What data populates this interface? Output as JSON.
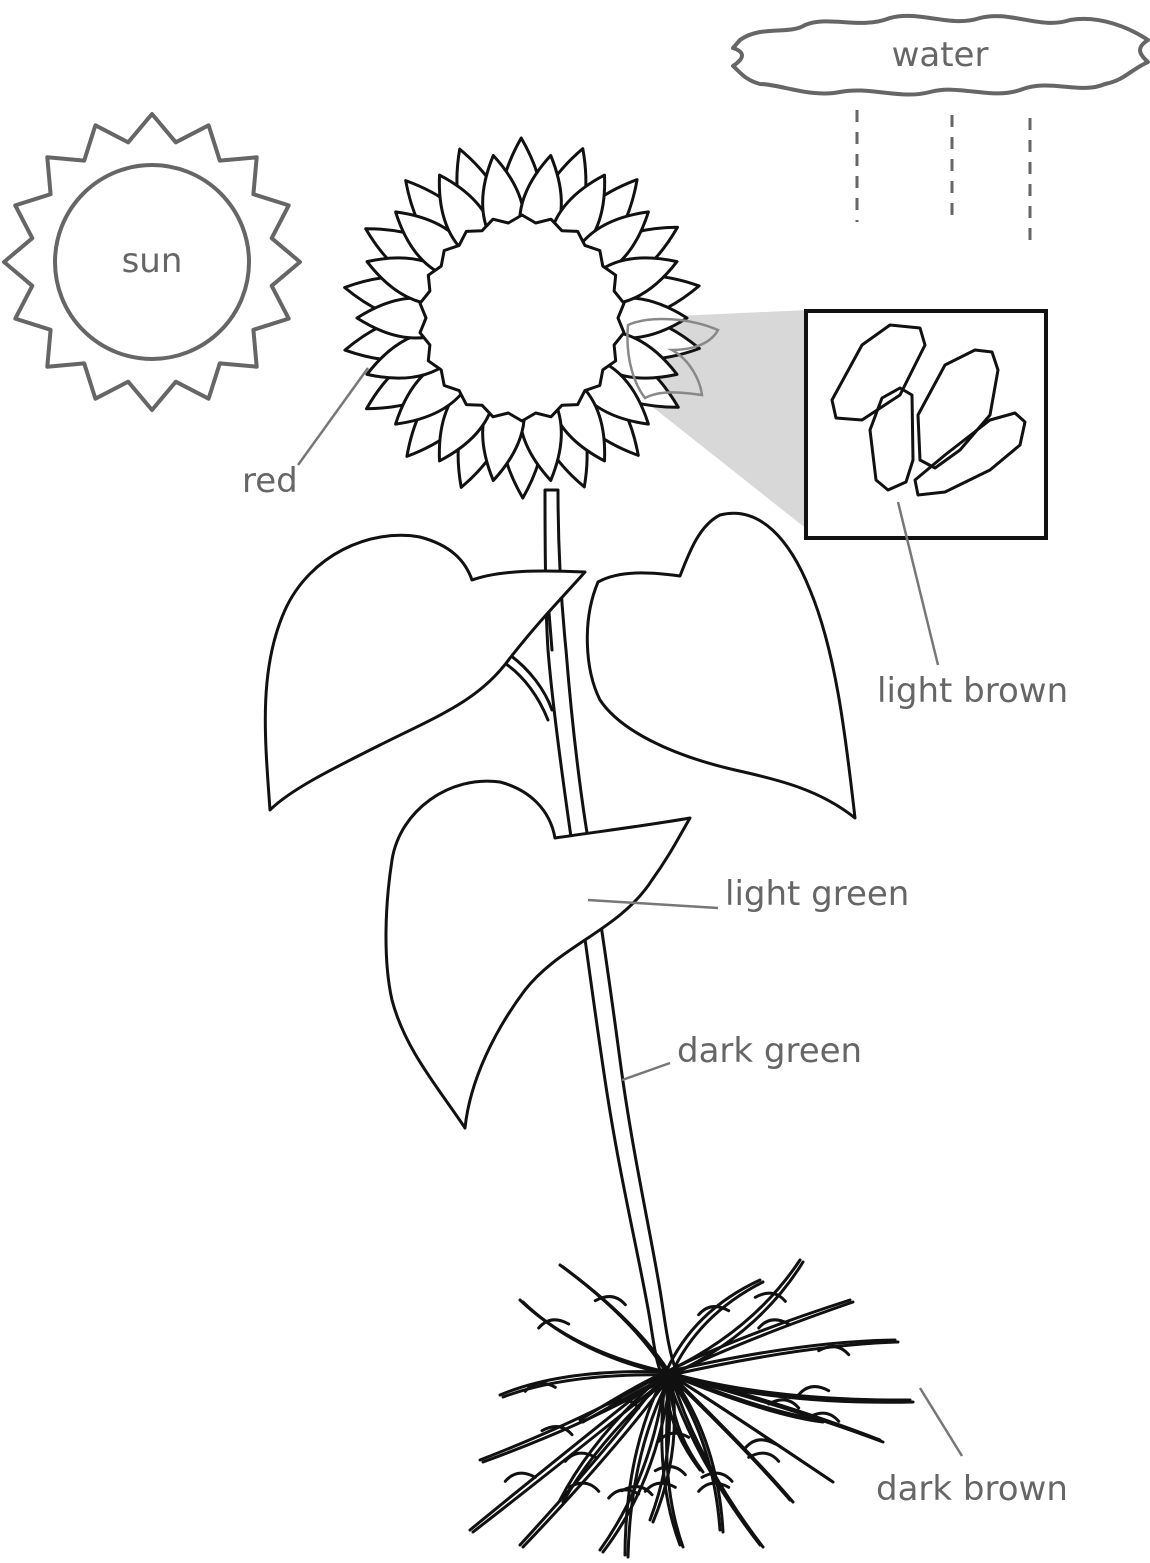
{
  "labels": {
    "sun": "sun",
    "water": "water",
    "red": "red",
    "light_brown": "light brown",
    "light_green": "light green",
    "dark_green": "dark green",
    "dark_brown": "dark brown"
  },
  "colors": {
    "label_text": "#666666",
    "outline": "#111111",
    "magnifier_fill": "#d8d8d8"
  }
}
